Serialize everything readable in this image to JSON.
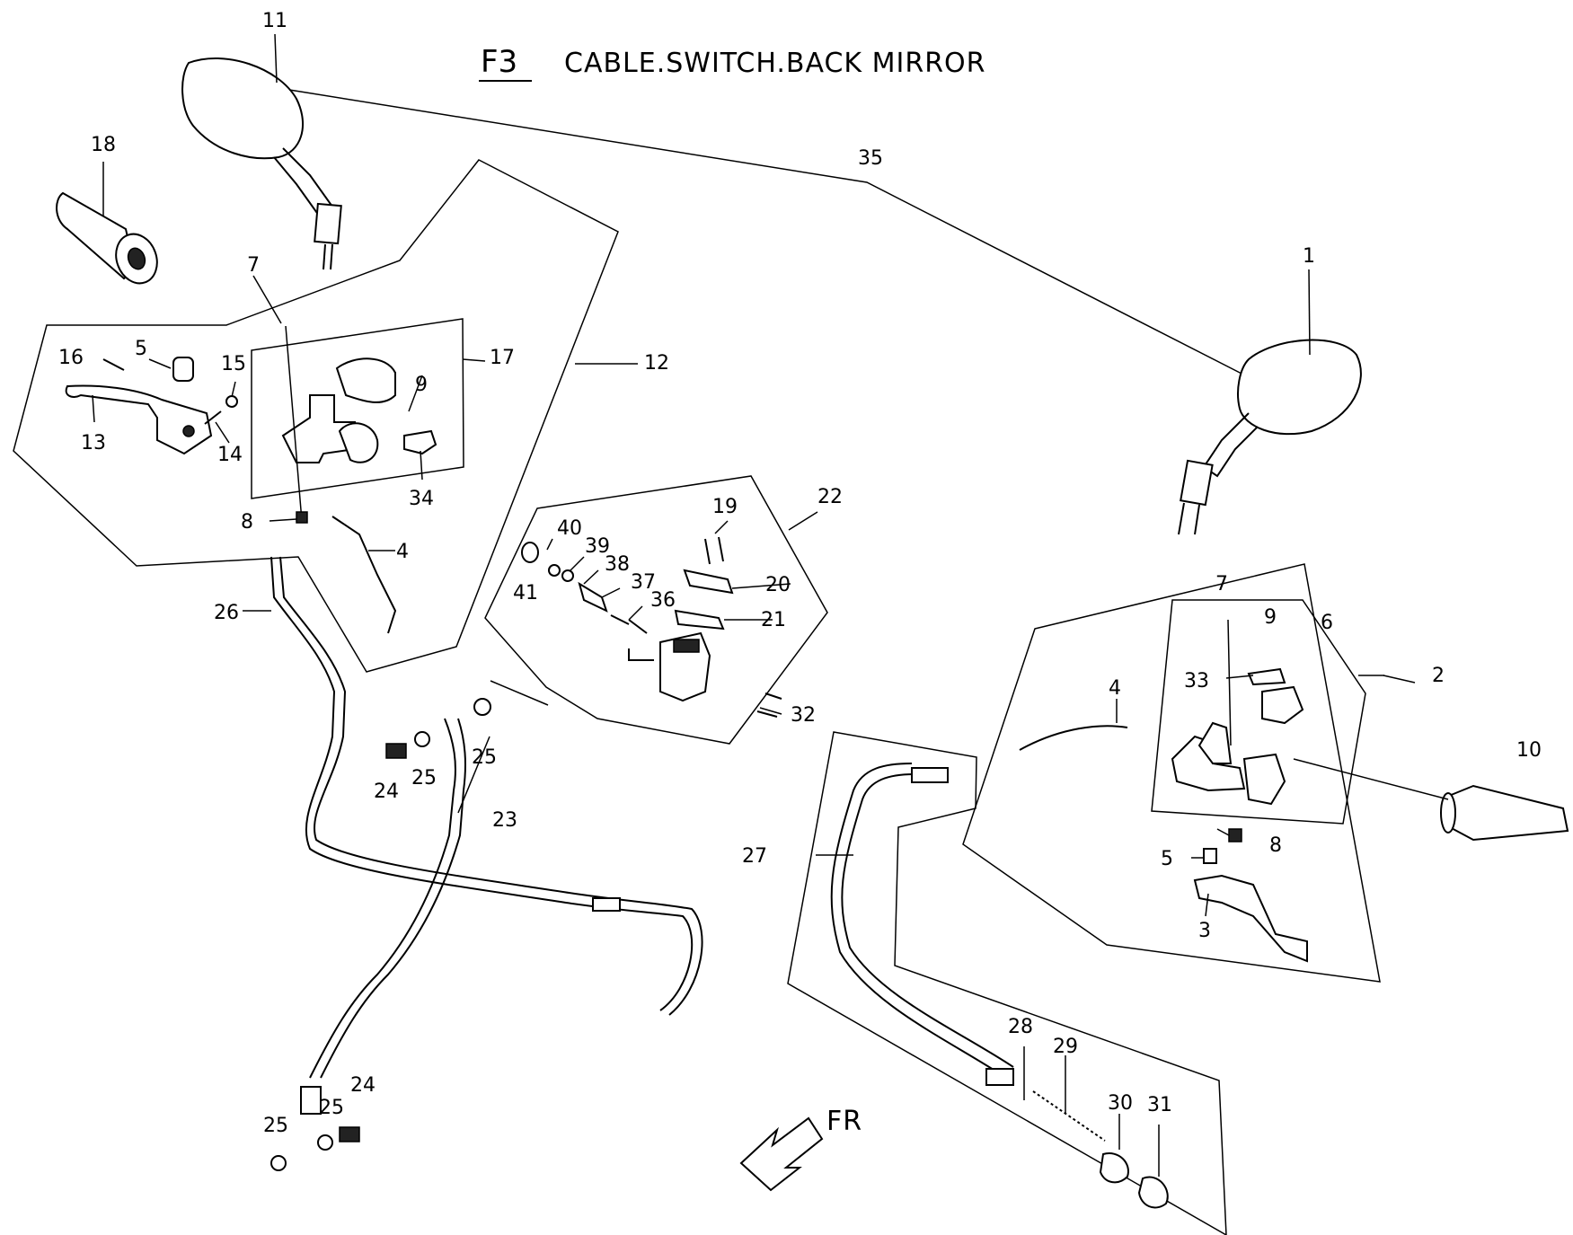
{
  "title": {
    "code": "F3",
    "text": "CABLE.SWITCH.BACK MIRROR"
  },
  "direction_label": "FR",
  "callouts": {
    "c1": "1",
    "c2": "2",
    "c3": "3",
    "c4a": "4",
    "c4b": "4",
    "c5a": "5",
    "c5b": "5",
    "c6": "6",
    "c7a": "7",
    "c7b": "7",
    "c8a": "8",
    "c8b": "8",
    "c9a": "9",
    "c9b": "9",
    "c10": "10",
    "c11": "11",
    "c12": "12",
    "c13": "13",
    "c14": "14",
    "c15": "15",
    "c16": "16",
    "c17": "17",
    "c18": "18",
    "c19": "19",
    "c20": "20",
    "c21": "21",
    "c22": "22",
    "c23": "23",
    "c24a": "24",
    "c24b": "24",
    "c25a": "25",
    "c25b": "25",
    "c25c": "25",
    "c25d": "25",
    "c26": "26",
    "c27": "27",
    "c28": "28",
    "c29": "29",
    "c30": "30",
    "c31": "31",
    "c32": "32",
    "c33": "33",
    "c34": "34",
    "c35": "35",
    "c36": "36",
    "c37": "37",
    "c38": "38",
    "c39": "39",
    "c40": "40",
    "c41": "41"
  }
}
